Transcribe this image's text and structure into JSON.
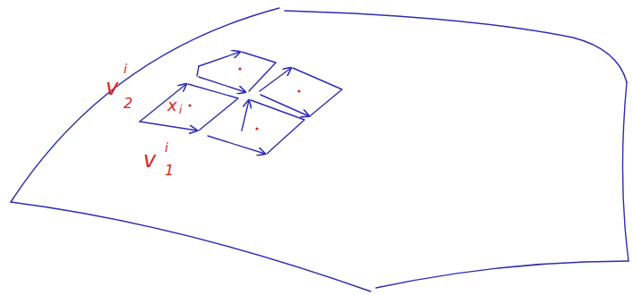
{
  "diagram": {
    "labels": [
      "v",
      "i",
      "2",
      "x",
      "i",
      "v",
      "i",
      "1"
    ]
  }
}
